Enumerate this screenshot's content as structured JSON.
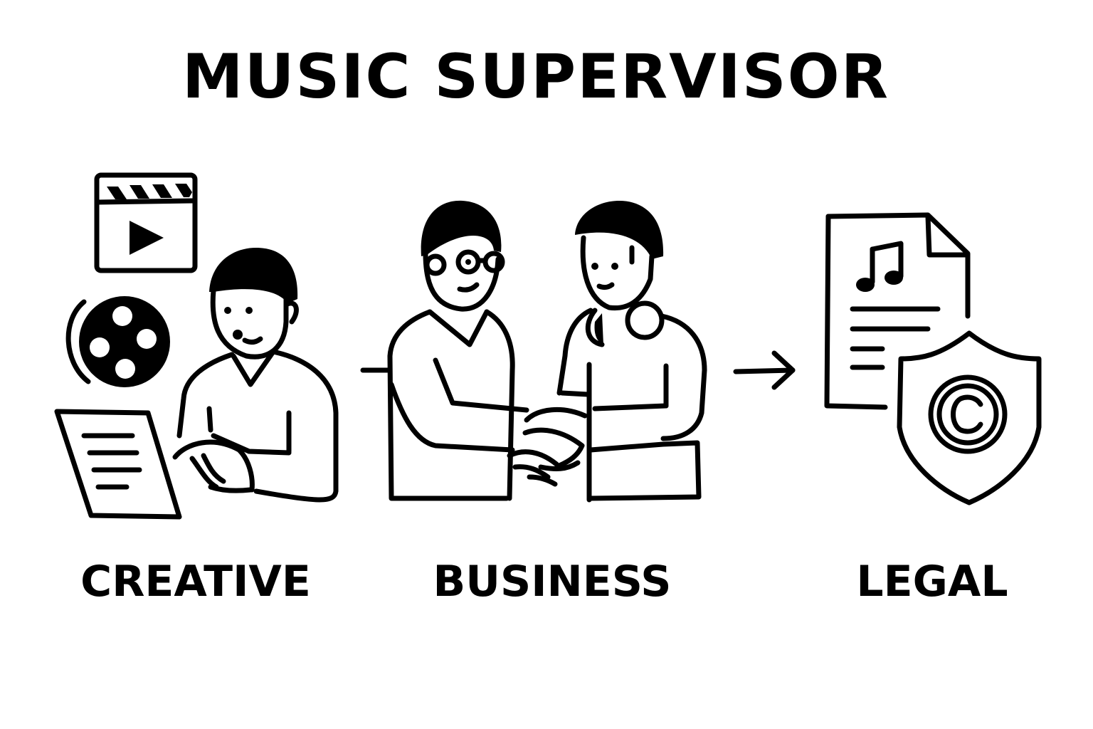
{
  "title": "MUSIC SUPERVISOR",
  "sections": [
    {
      "id": "creative",
      "label": "CREATIVE"
    },
    {
      "id": "business",
      "label": "BUSINESS"
    },
    {
      "id": "legal",
      "label": "LEGAL"
    }
  ],
  "icons": {
    "creative": [
      "clapperboard-icon",
      "film-reel-icon",
      "script-page-icon",
      "person-icon"
    ],
    "business": [
      "person-with-glasses-icon",
      "person-with-headphones-icon",
      "handshake-icon"
    ],
    "legal": [
      "music-document-icon",
      "copyright-shield-icon"
    ],
    "connectors": [
      "arrow-right-icon"
    ]
  },
  "colors": {
    "ink": "#000000",
    "background": "#ffffff"
  }
}
